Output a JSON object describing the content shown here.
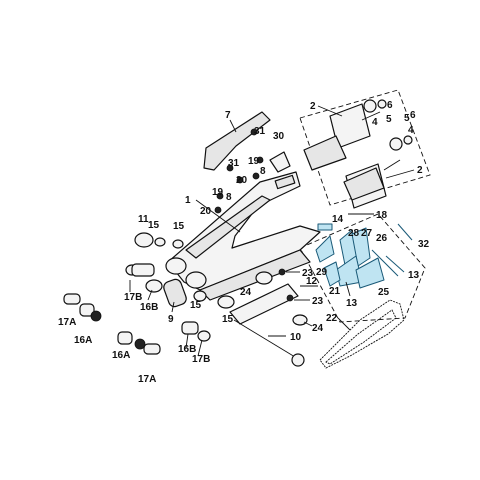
{
  "diagram": {
    "labels": [
      "1",
      "2",
      "2",
      "4",
      "4",
      "5",
      "5",
      "6",
      "6",
      "7",
      "8",
      "8",
      "9",
      "10",
      "11",
      "12",
      "13",
      "13",
      "14",
      "15",
      "15",
      "15",
      "15",
      "16A",
      "16A",
      "16B",
      "16B",
      "17A",
      "17A",
      "17B",
      "17B",
      "18",
      "19",
      "19",
      "20",
      "20",
      "21",
      "22",
      "23",
      "23",
      "24",
      "24",
      "25",
      "26",
      "27",
      "28",
      "29",
      "30",
      "31",
      "31",
      "32"
    ]
  },
  "colors": {
    "line": "#111111",
    "part": "#f4f4f4",
    "accent": "#bfe4f2",
    "accent_stroke": "#1a5a78"
  }
}
